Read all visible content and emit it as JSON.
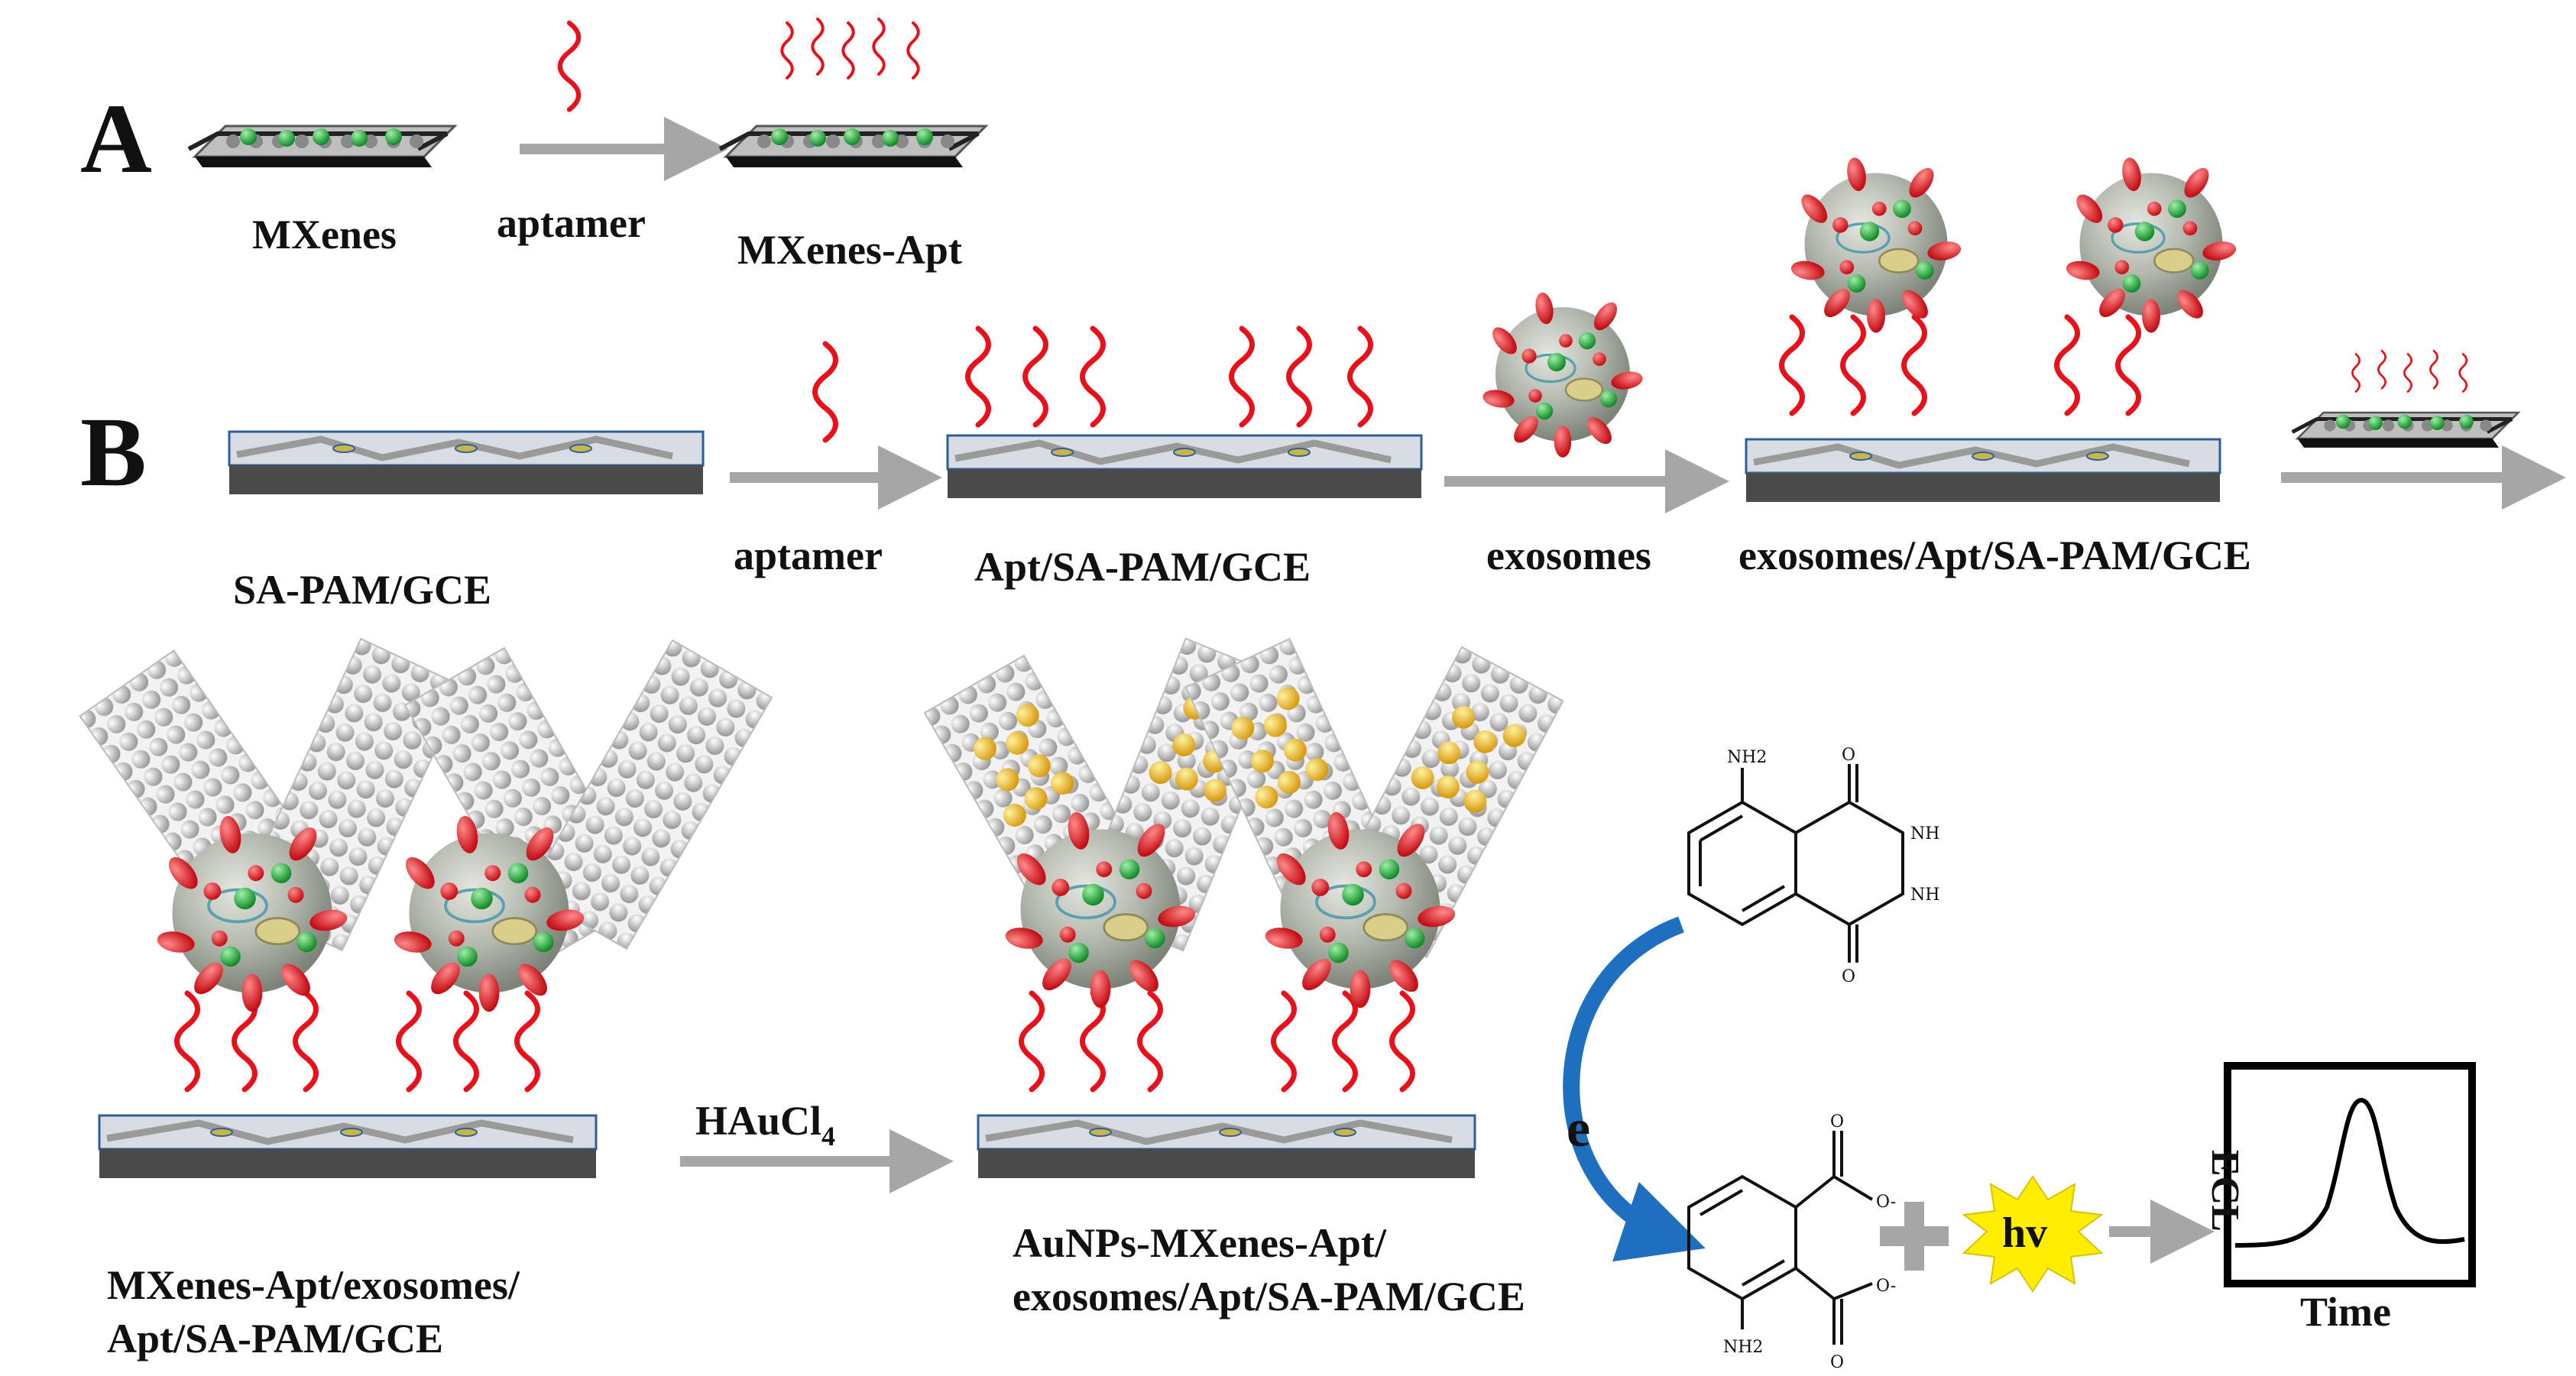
{
  "panel_a": {
    "letter": "A",
    "start_label": "MXenes",
    "arrow_label": "aptamer",
    "end_label": "MXenes-Apt"
  },
  "panel_b": {
    "letter": "B",
    "steps": [
      {
        "label": "SA-PAM/GCE"
      },
      {
        "label": "Apt/SA-PAM/GCE"
      },
      {
        "label": "exosomes/Apt/SA-PAM/GCE"
      }
    ],
    "arrow_labels": [
      "aptamer",
      "exosomes"
    ]
  },
  "panel_c": {
    "left_label_line1": "MXenes-Apt/exosomes/",
    "left_label_line2": "Apt/SA-PAM/GCE",
    "arrow_label_main": "HAuCl",
    "arrow_label_sub": "4",
    "right_label_line1": "AuNPs-MXenes-Apt/",
    "right_label_line2": "exosomes/Apt/SA-PAM/GCE"
  },
  "reaction": {
    "electron": "e",
    "photon": "hv",
    "nh2": "NH2",
    "nh": "NH",
    "o": "O",
    "o_minus": "O-",
    "plot_ylabel": "ECL",
    "plot_xlabel": "Time"
  },
  "colors": {
    "arrow": "#a6a6a6",
    "substrate": "#4a4a4a",
    "film": "#d7dde3",
    "aptamer": "#e8101a",
    "exosome": "#a9ada3",
    "green_dot": "#1ea83a",
    "gold": "#f2c12e",
    "star": "#ffee00",
    "curved_arrow": "#1f6fc1"
  }
}
